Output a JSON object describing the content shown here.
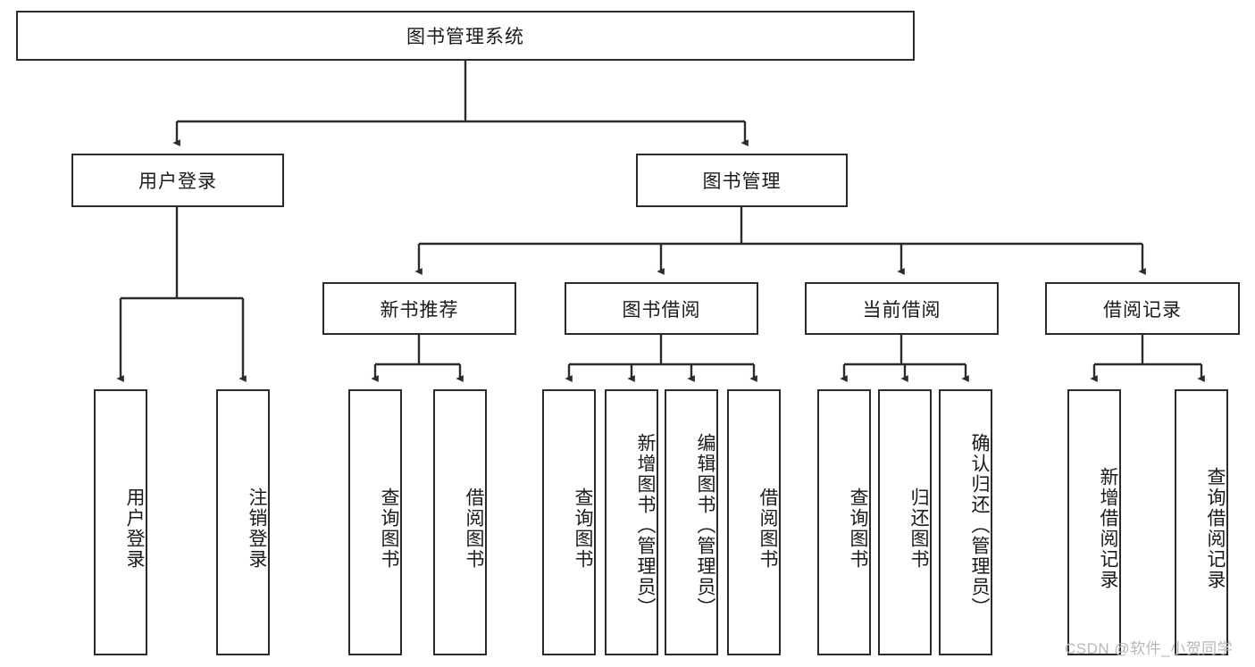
{
  "diagram": {
    "title": "图书管理系统",
    "type": "hierarchy-tree",
    "root": {
      "id": "root",
      "label": "图书管理系统"
    },
    "level1": [
      {
        "id": "user-login",
        "label": "用户登录"
      },
      {
        "id": "book-manage",
        "label": "图书管理"
      }
    ],
    "level2": [
      {
        "id": "new-book-rec",
        "label": "新书推荐",
        "parent": "book-manage"
      },
      {
        "id": "book-borrow",
        "label": "图书借阅",
        "parent": "book-manage"
      },
      {
        "id": "current-borrow",
        "label": "当前借阅",
        "parent": "book-manage"
      },
      {
        "id": "borrow-record",
        "label": "借阅记录",
        "parent": "book-manage"
      }
    ],
    "leaves": [
      {
        "id": "leaf-user-login",
        "label": "用户登录",
        "parent": "user-login"
      },
      {
        "id": "leaf-logout",
        "label": "注销登录",
        "parent": "user-login"
      },
      {
        "id": "leaf-query-book-1",
        "label": "查询图书",
        "parent": "new-book-rec"
      },
      {
        "id": "leaf-borrow-book-1",
        "label": "借阅图书",
        "parent": "new-book-rec"
      },
      {
        "id": "leaf-query-book-2",
        "label": "查询图书",
        "parent": "book-borrow"
      },
      {
        "id": "leaf-add-book",
        "label": "新增图书（管理员）",
        "parent": "book-borrow"
      },
      {
        "id": "leaf-edit-book",
        "label": "编辑图书（管理员）",
        "parent": "book-borrow"
      },
      {
        "id": "leaf-borrow-book-2",
        "label": "借阅图书",
        "parent": "book-borrow"
      },
      {
        "id": "leaf-query-book-3",
        "label": "查询图书",
        "parent": "current-borrow"
      },
      {
        "id": "leaf-return-book",
        "label": "归还图书",
        "parent": "current-borrow"
      },
      {
        "id": "leaf-confirm-return",
        "label": "确认归还（管理员）",
        "parent": "current-borrow"
      },
      {
        "id": "leaf-add-record",
        "label": "新增借阅记录",
        "parent": "borrow-record"
      },
      {
        "id": "leaf-query-record",
        "label": "查询借阅记录",
        "parent": "borrow-record"
      }
    ]
  },
  "watermark": {
    "text": "CSDN @软件_小贺同学"
  },
  "colors": {
    "stroke": "#2b2b2b",
    "background": "#ffffff",
    "text": "#1a1a1a",
    "watermark": "#b7b7b7"
  }
}
